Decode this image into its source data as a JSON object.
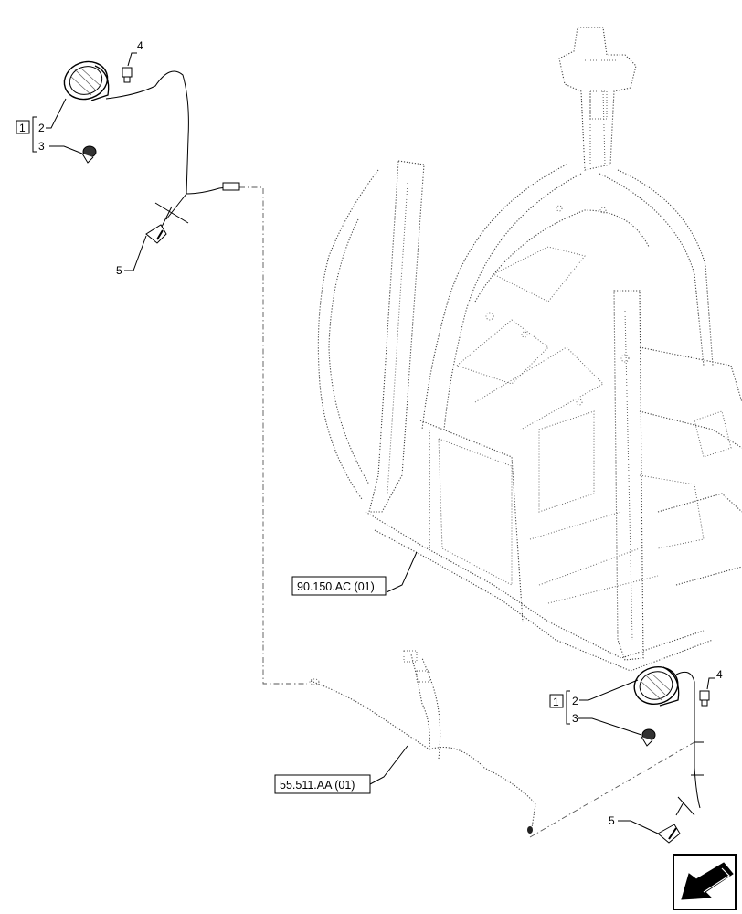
{
  "callouts": {
    "top_left": {
      "group": "1",
      "item_lamp": "2",
      "item_bulb": "3",
      "item_screw": "4",
      "item_clip": "5"
    },
    "bottom_right": {
      "group": "1",
      "item_lamp": "2",
      "item_bulb": "3",
      "item_screw": "4",
      "item_clip": "5"
    }
  },
  "references": {
    "cab_frame": "90.150.AC (01)",
    "harness": "55.511.AA (01)"
  },
  "icons": {
    "nav_arrow": "arrow-icon-pointing-down-left"
  }
}
